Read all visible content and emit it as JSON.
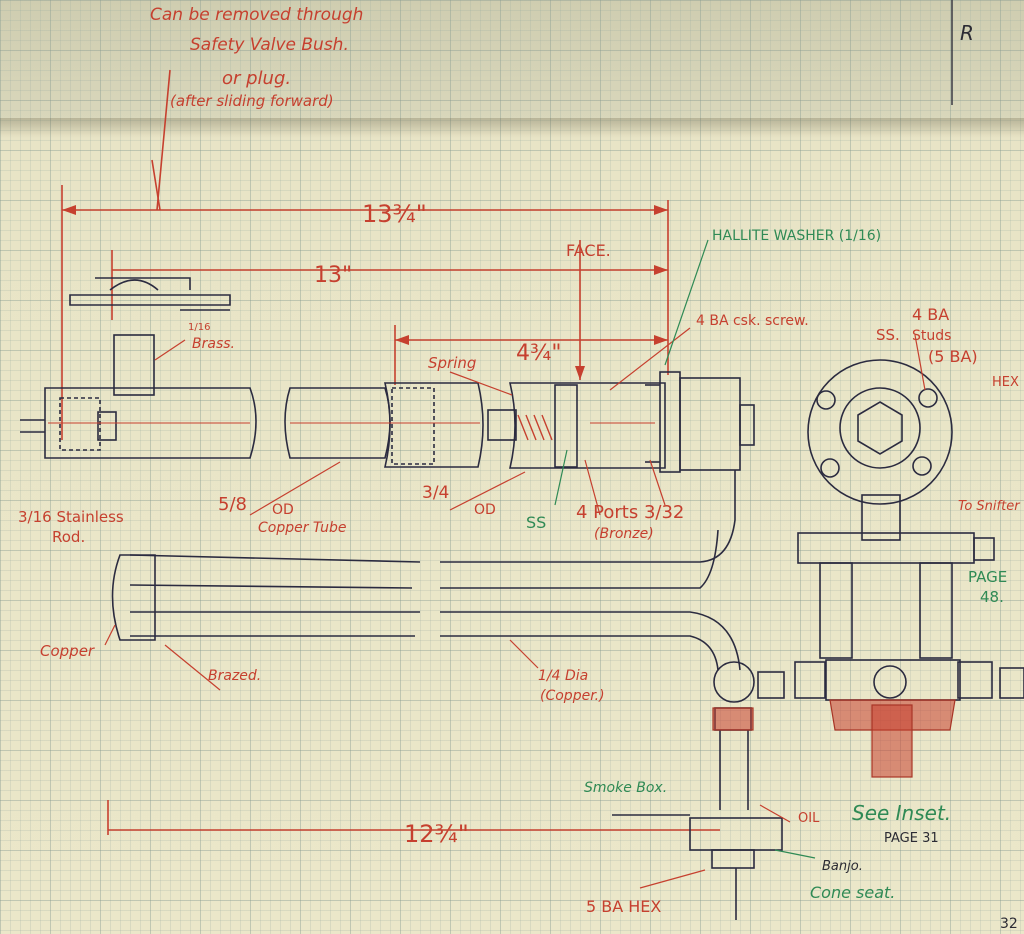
{
  "notes": {
    "top_line1": "Can be removed through",
    "top_line2": "Safety Valve Bush.",
    "top_line3": "or plug.",
    "top_line4": "(after sliding forward)",
    "corner_mark": "R",
    "page_number": "32"
  },
  "dimensions": {
    "overall_13_3_4": "13¾\"",
    "length_13": "13\"",
    "length_4_3_4": "4¾\"",
    "length_12_3_4": "12¾\"",
    "face": "FACE.",
    "one_sixteenth": "1/16"
  },
  "labels": {
    "hallite_washer": "HALLITE WASHER (1/16)",
    "cap_screw": "4 BA csk. screw.",
    "studs_line1": "4 BA",
    "studs_line2": "Studs",
    "studs_line3": "(5 BA)",
    "hex": "HEX",
    "ss_top": "SS.",
    "brass": "Brass.",
    "spring": "Spring",
    "stainless_rod_line1": "3/16 Stainless",
    "stainless_rod_line2": "Rod.",
    "tube_5_8": "5/8",
    "od_1": "OD",
    "copper_tube": "Copper Tube",
    "tube_3_4": "3/4",
    "od_2": "OD",
    "ss": "SS",
    "ports": "4 Ports 3/32",
    "bronze": "(Bronze)",
    "to_snifter": "To Snifter",
    "page_48_line1": "PAGE",
    "page_48_line2": "48.",
    "copper": "Copper",
    "brazed": "Brazed.",
    "quarter_dia_line1": "1/4 Dia",
    "quarter_dia_line2": "(Copper.)",
    "smoke_box": "Smoke Box.",
    "oil": "OIL",
    "see_inset": "See Inset.",
    "page_31": "PAGE 31",
    "banjo": "Banjo.",
    "cone_seat": "Cone seat.",
    "ba_hex": "5 BA HEX"
  }
}
